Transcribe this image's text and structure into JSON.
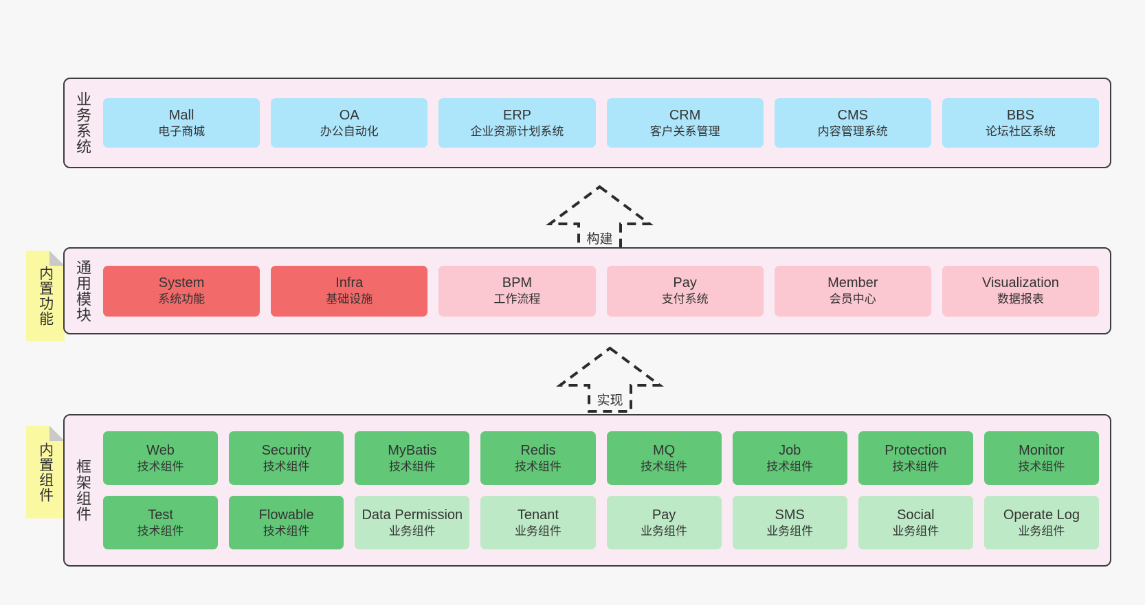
{
  "diagram": {
    "background_color": "#f7f7f7",
    "layer_fill": "#f9eaf4",
    "layer_border": "#3c3c3c"
  },
  "layers": [
    {
      "id": "business",
      "title": "业务系统",
      "color": "#ade5fb",
      "rows": [
        [
          {
            "title": "Mall",
            "sub": "电子商城",
            "style": "blue"
          },
          {
            "title": "OA",
            "sub": "办公自动化",
            "style": "blue"
          },
          {
            "title": "ERP",
            "sub": "企业资源计划系统",
            "style": "blue"
          },
          {
            "title": "CRM",
            "sub": "客户关系管理",
            "style": "blue"
          },
          {
            "title": "CMS",
            "sub": "内容管理系统",
            "style": "blue"
          },
          {
            "title": "BBS",
            "sub": "论坛社区系统",
            "style": "blue"
          }
        ]
      ]
    },
    {
      "id": "common",
      "title": "通用模块",
      "note": "内置功能",
      "color": "#f26a6a",
      "rows": [
        [
          {
            "title": "System",
            "sub": "系统功能",
            "style": "red"
          },
          {
            "title": "Infra",
            "sub": "基础设施",
            "style": "red"
          },
          {
            "title": "BPM",
            "sub": "工作流程",
            "style": "pink"
          },
          {
            "title": "Pay",
            "sub": "支付系统",
            "style": "pink"
          },
          {
            "title": "Member",
            "sub": "会员中心",
            "style": "pink"
          },
          {
            "title": "Visualization",
            "sub": "数据报表",
            "style": "pink"
          }
        ]
      ]
    },
    {
      "id": "framework",
      "title": "框架组件",
      "note": "内置组件",
      "color": "#62c777",
      "rows": [
        [
          {
            "title": "Web",
            "sub": "技术组件",
            "style": "green"
          },
          {
            "title": "Security",
            "sub": "技术组件",
            "style": "green"
          },
          {
            "title": "MyBatis",
            "sub": "技术组件",
            "style": "green"
          },
          {
            "title": "Redis",
            "sub": "技术组件",
            "style": "green"
          },
          {
            "title": "MQ",
            "sub": "技术组件",
            "style": "green"
          },
          {
            "title": "Job",
            "sub": "技术组件",
            "style": "green"
          },
          {
            "title": "Protection",
            "sub": "技术组件",
            "style": "green"
          },
          {
            "title": "Monitor",
            "sub": "技术组件",
            "style": "green"
          }
        ],
        [
          {
            "title": "Test",
            "sub": "技术组件",
            "style": "green"
          },
          {
            "title": "Flowable",
            "sub": "技术组件",
            "style": "green"
          },
          {
            "title": "Data Permission",
            "sub": "业务组件",
            "style": "lightgreen"
          },
          {
            "title": "Tenant",
            "sub": "业务组件",
            "style": "lightgreen"
          },
          {
            "title": "Pay",
            "sub": "业务组件",
            "style": "lightgreen"
          },
          {
            "title": "SMS",
            "sub": "业务组件",
            "style": "lightgreen"
          },
          {
            "title": "Social",
            "sub": "业务组件",
            "style": "lightgreen"
          },
          {
            "title": "Operate Log",
            "sub": "业务组件",
            "style": "lightgreen"
          }
        ]
      ]
    }
  ],
  "connectors": [
    {
      "id": "build",
      "label": "构建",
      "direction": "up",
      "style": "dashed"
    },
    {
      "id": "impl",
      "label": "实现",
      "direction": "up",
      "style": "dashed"
    }
  ]
}
